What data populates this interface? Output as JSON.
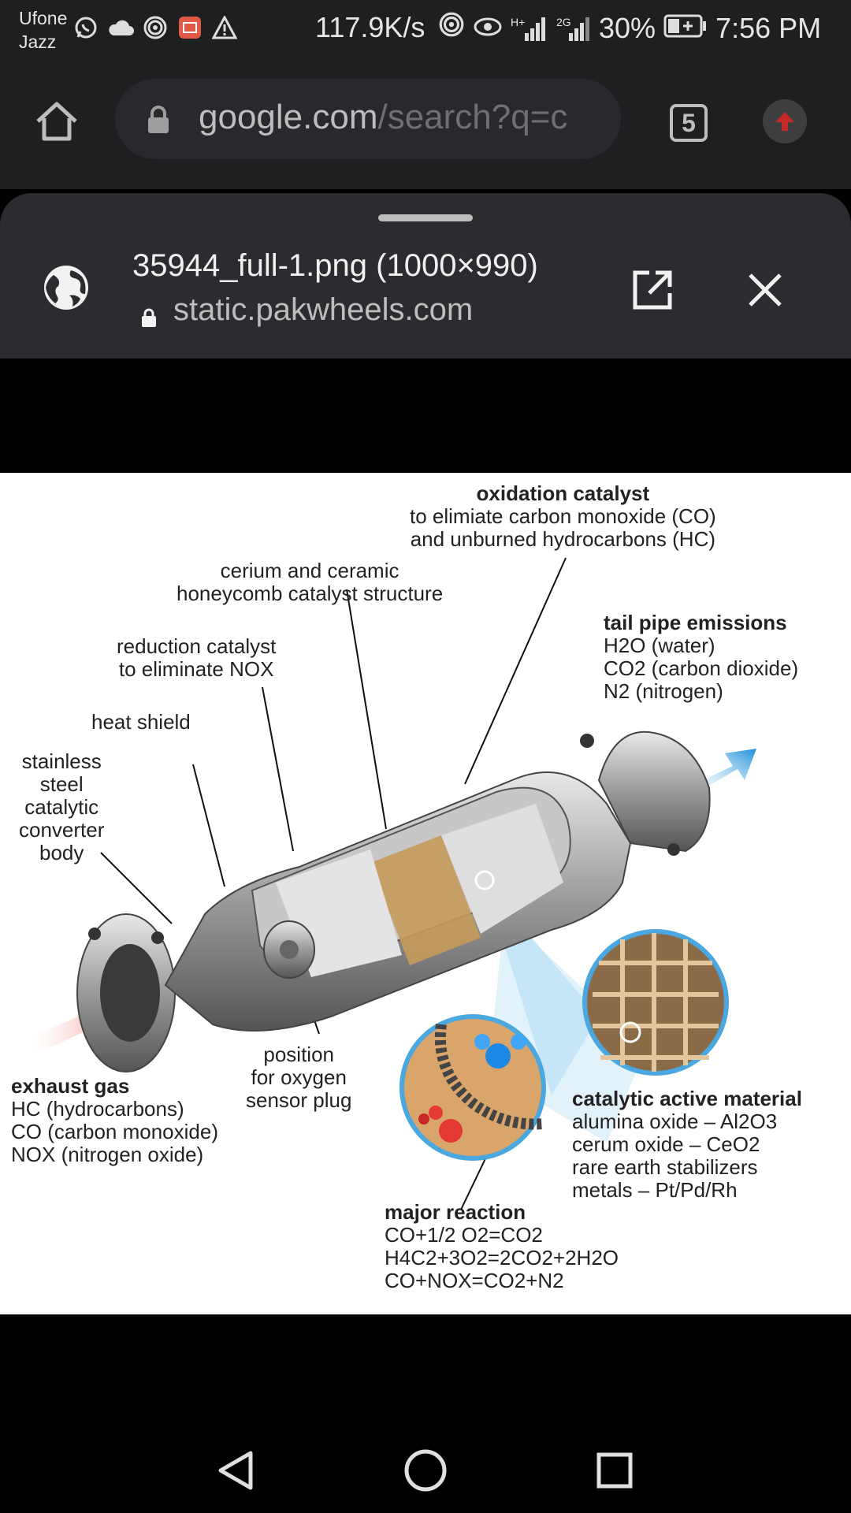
{
  "status_bar": {
    "carrier_line1": "Ufone",
    "carrier_line2": "Jazz",
    "speed": "117.9K/s",
    "battery": "30%",
    "time": "7:56 PM",
    "network_label_1": "H+",
    "network_label_2": "2G"
  },
  "browser": {
    "url_host": "google.com",
    "url_rest": "/search?q=c",
    "tab_count": "5"
  },
  "preview_sheet": {
    "title": "35944_full-1.png (1000×990)",
    "domain": "static.pakwheels.com"
  },
  "diagram": {
    "oxidation": {
      "title": "oxidation catalyst",
      "line1": "to elimiate carbon monoxide (CO)",
      "line2": "and unburned hydrocarbons (HC)"
    },
    "honeycomb": {
      "line1": "cerium and ceramic",
      "line2": "honeycomb catalyst structure"
    },
    "reduction": {
      "line1": "reduction catalyst",
      "line2": "to eliminate NOX"
    },
    "tailpipe": {
      "title": "tail pipe emissions",
      "line1": "H2O (water)",
      "line2": "CO2 (carbon dioxide)",
      "line3": "N2 (nitrogen)"
    },
    "heat_shield": "heat shield",
    "body": {
      "line1": "stainless",
      "line2": "steel",
      "line3": "catalytic",
      "line4": "converter",
      "line5": "body"
    },
    "exhaust": {
      "title": "exhaust gas",
      "line1": "HC (hydrocarbons)",
      "line2": "CO (carbon monoxide)",
      "line3": "NOX (nitrogen oxide)"
    },
    "sensor": {
      "line1": "position",
      "line2": "for oxygen",
      "line3": "sensor plug"
    },
    "active": {
      "title": "catalytic active material",
      "line1": "alumina oxide – Al2O3",
      "line2": "cerum oxide – CeO2",
      "line3": "rare earth stabilizers",
      "line4": "metals – Pt/Pd/Rh"
    },
    "reaction": {
      "title": "major reaction",
      "line1": "CO+1/2 O2=CO2",
      "line2": "H4C2+3O2=2CO2+2H2O",
      "line3": "CO+NOX=CO2+N2"
    }
  },
  "icons": {
    "home": "home-icon",
    "lock": "lock-icon",
    "globe": "globe-icon",
    "open": "open-in-new-icon",
    "close": "close-icon",
    "back": "back-triangle-icon",
    "homecircle": "home-circle-icon",
    "recents": "recents-square-icon"
  },
  "colors": {
    "chrome_bg": "#1e1f21",
    "sheet_bg": "#2b2c2f",
    "update_red": "#c62828"
  }
}
